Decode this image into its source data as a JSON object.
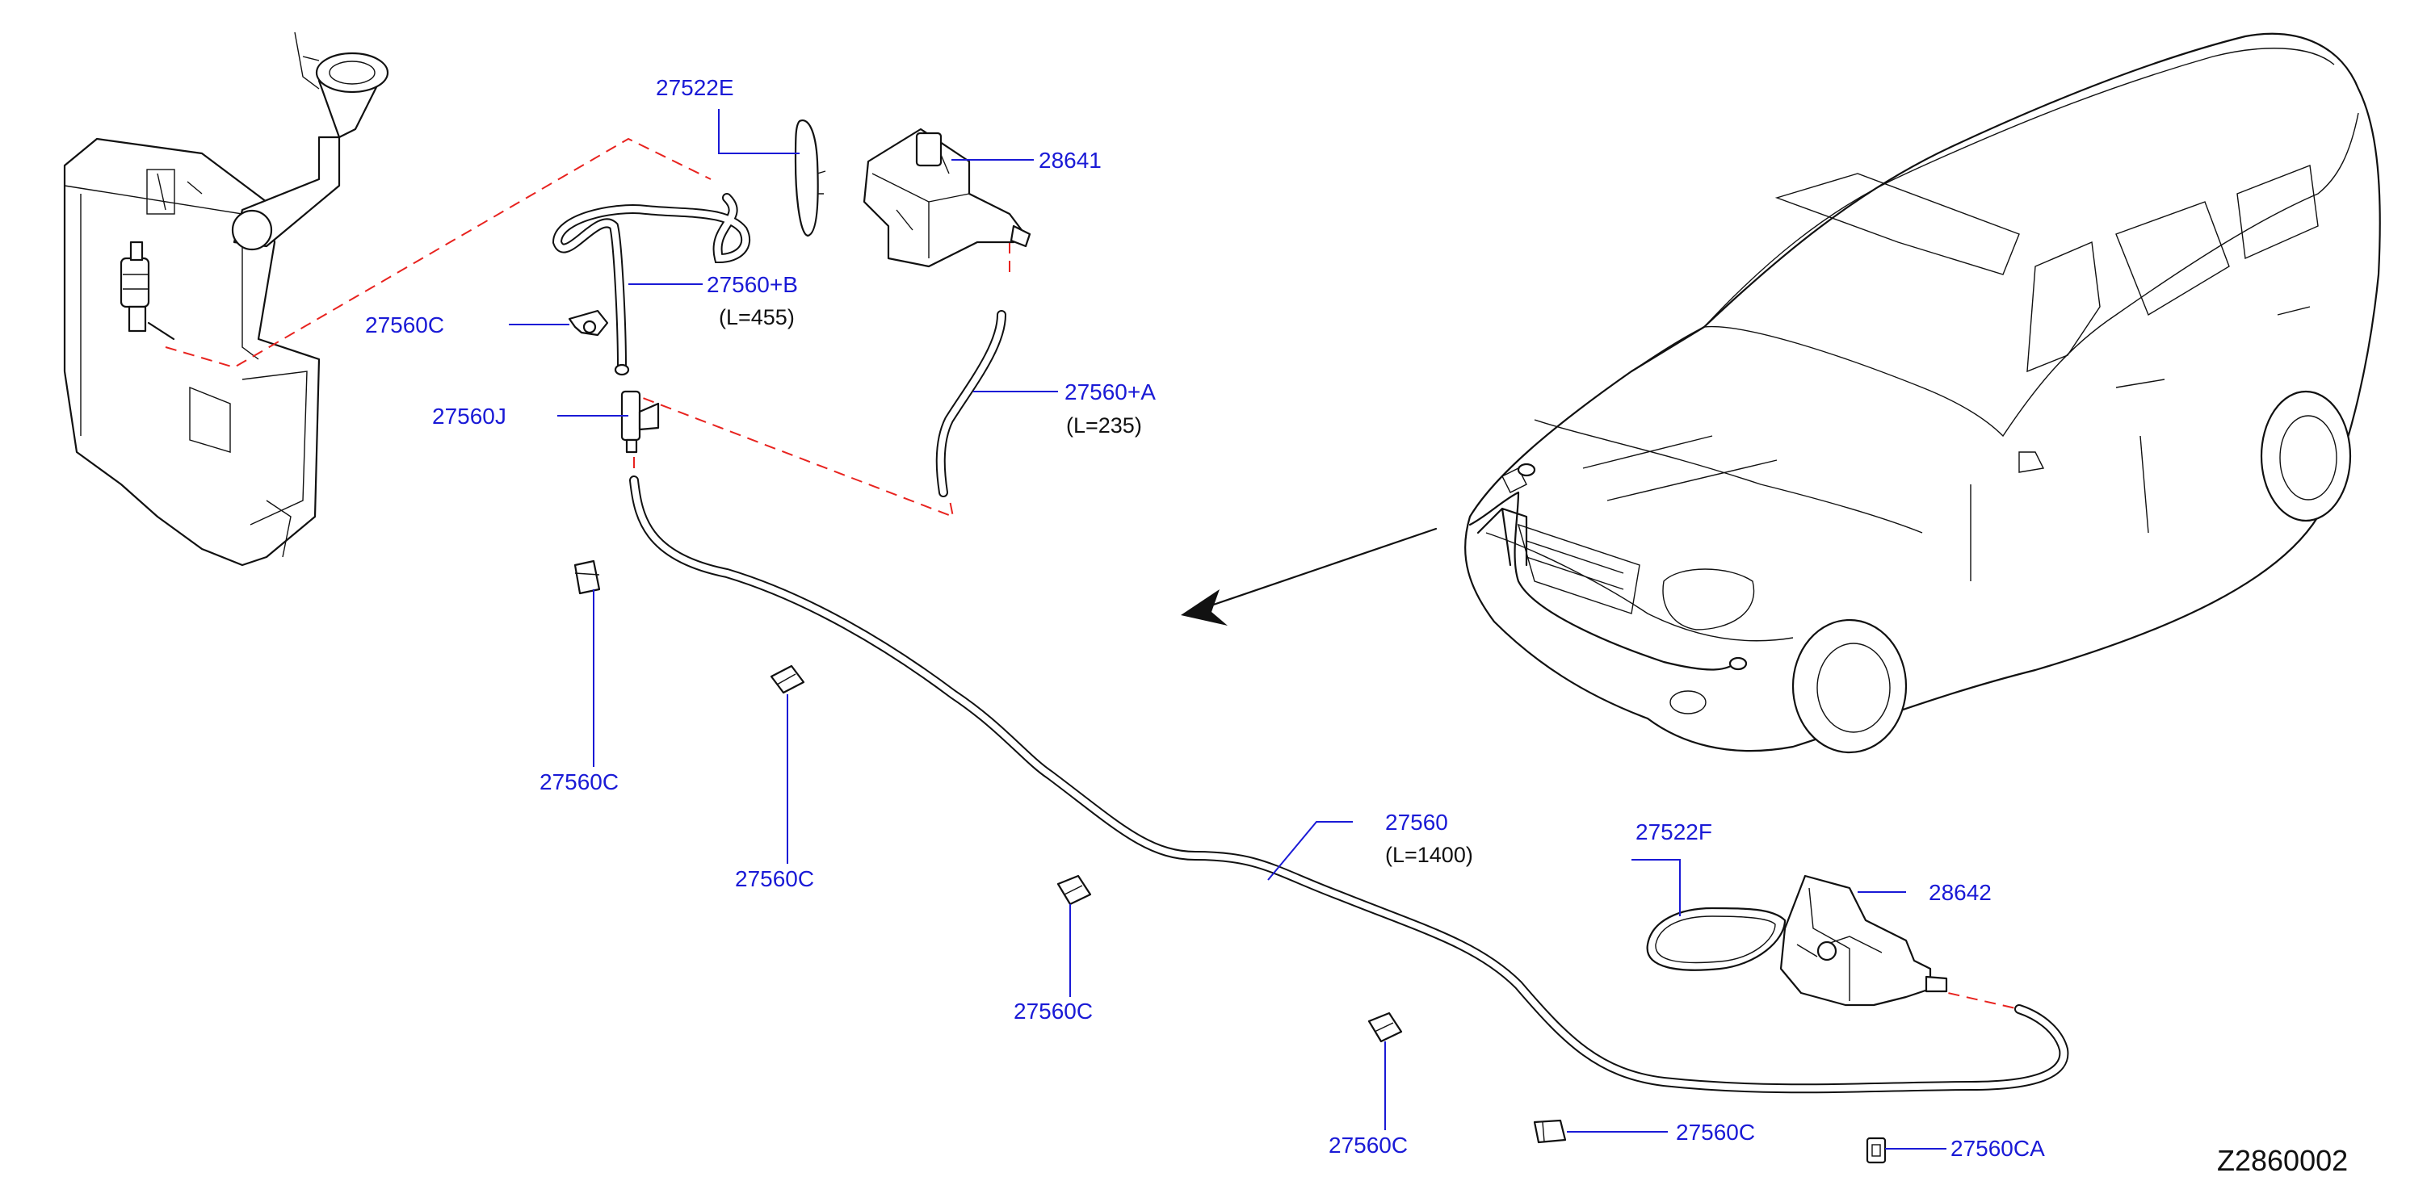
{
  "diagram": {
    "code": "Z2860002",
    "accent_color": "#1a1ad6",
    "connection_color": "#e8231f",
    "callouts": {
      "c27522E": "27522E",
      "c28641": "28641",
      "c27560B": "27560+B",
      "c27560B_len": "(L=455)",
      "c27560C_a": "27560C",
      "c27560J": "27560J",
      "c27560A": "27560+A",
      "c27560A_len": "(L=235)",
      "c27560C_b": "27560C",
      "c27560C_c": "27560C",
      "c27560": "27560",
      "c27560_len": "(L=1400)",
      "c27522F": "27522F",
      "c28642": "28642",
      "c27560C_d": "27560C",
      "c27560C_e": "27560C",
      "c27560C_f": "27560C",
      "c27560CA": "27560CA"
    }
  }
}
